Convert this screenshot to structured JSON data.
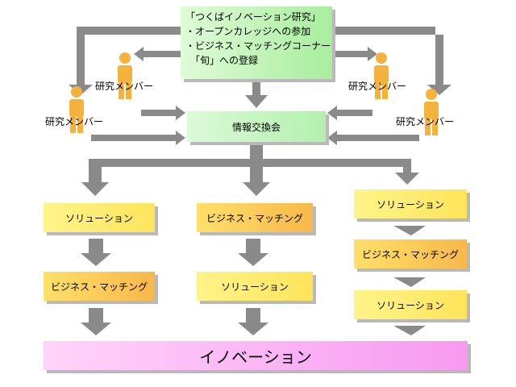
{
  "source": {
    "title": "「つくばイノベーション研究」",
    "items": [
      "・オープンカレッジへの参加",
      "・ビジネス・マッチングコーナー",
      "「旬」への登録"
    ]
  },
  "members": [
    "研究メンバー",
    "研究メンバー",
    "研究メンバー",
    "研究メンバー"
  ],
  "hub": "情報交換会",
  "columns": [
    [
      "ソリューション",
      "ビジネス・マッチング"
    ],
    [
      "ビジネス・マッチング",
      "ソリューション"
    ],
    [
      "ソリューション",
      "ビジネス・マッチング",
      "ソリューション"
    ]
  ],
  "result": "イノベーション",
  "colors": {
    "arrow": "#8a8a8a",
    "person": "#f5b23c",
    "pink": "#f79af0",
    "yellow": "#fff48a",
    "orange": "#f8b84a",
    "green": "#b4f0ae"
  }
}
